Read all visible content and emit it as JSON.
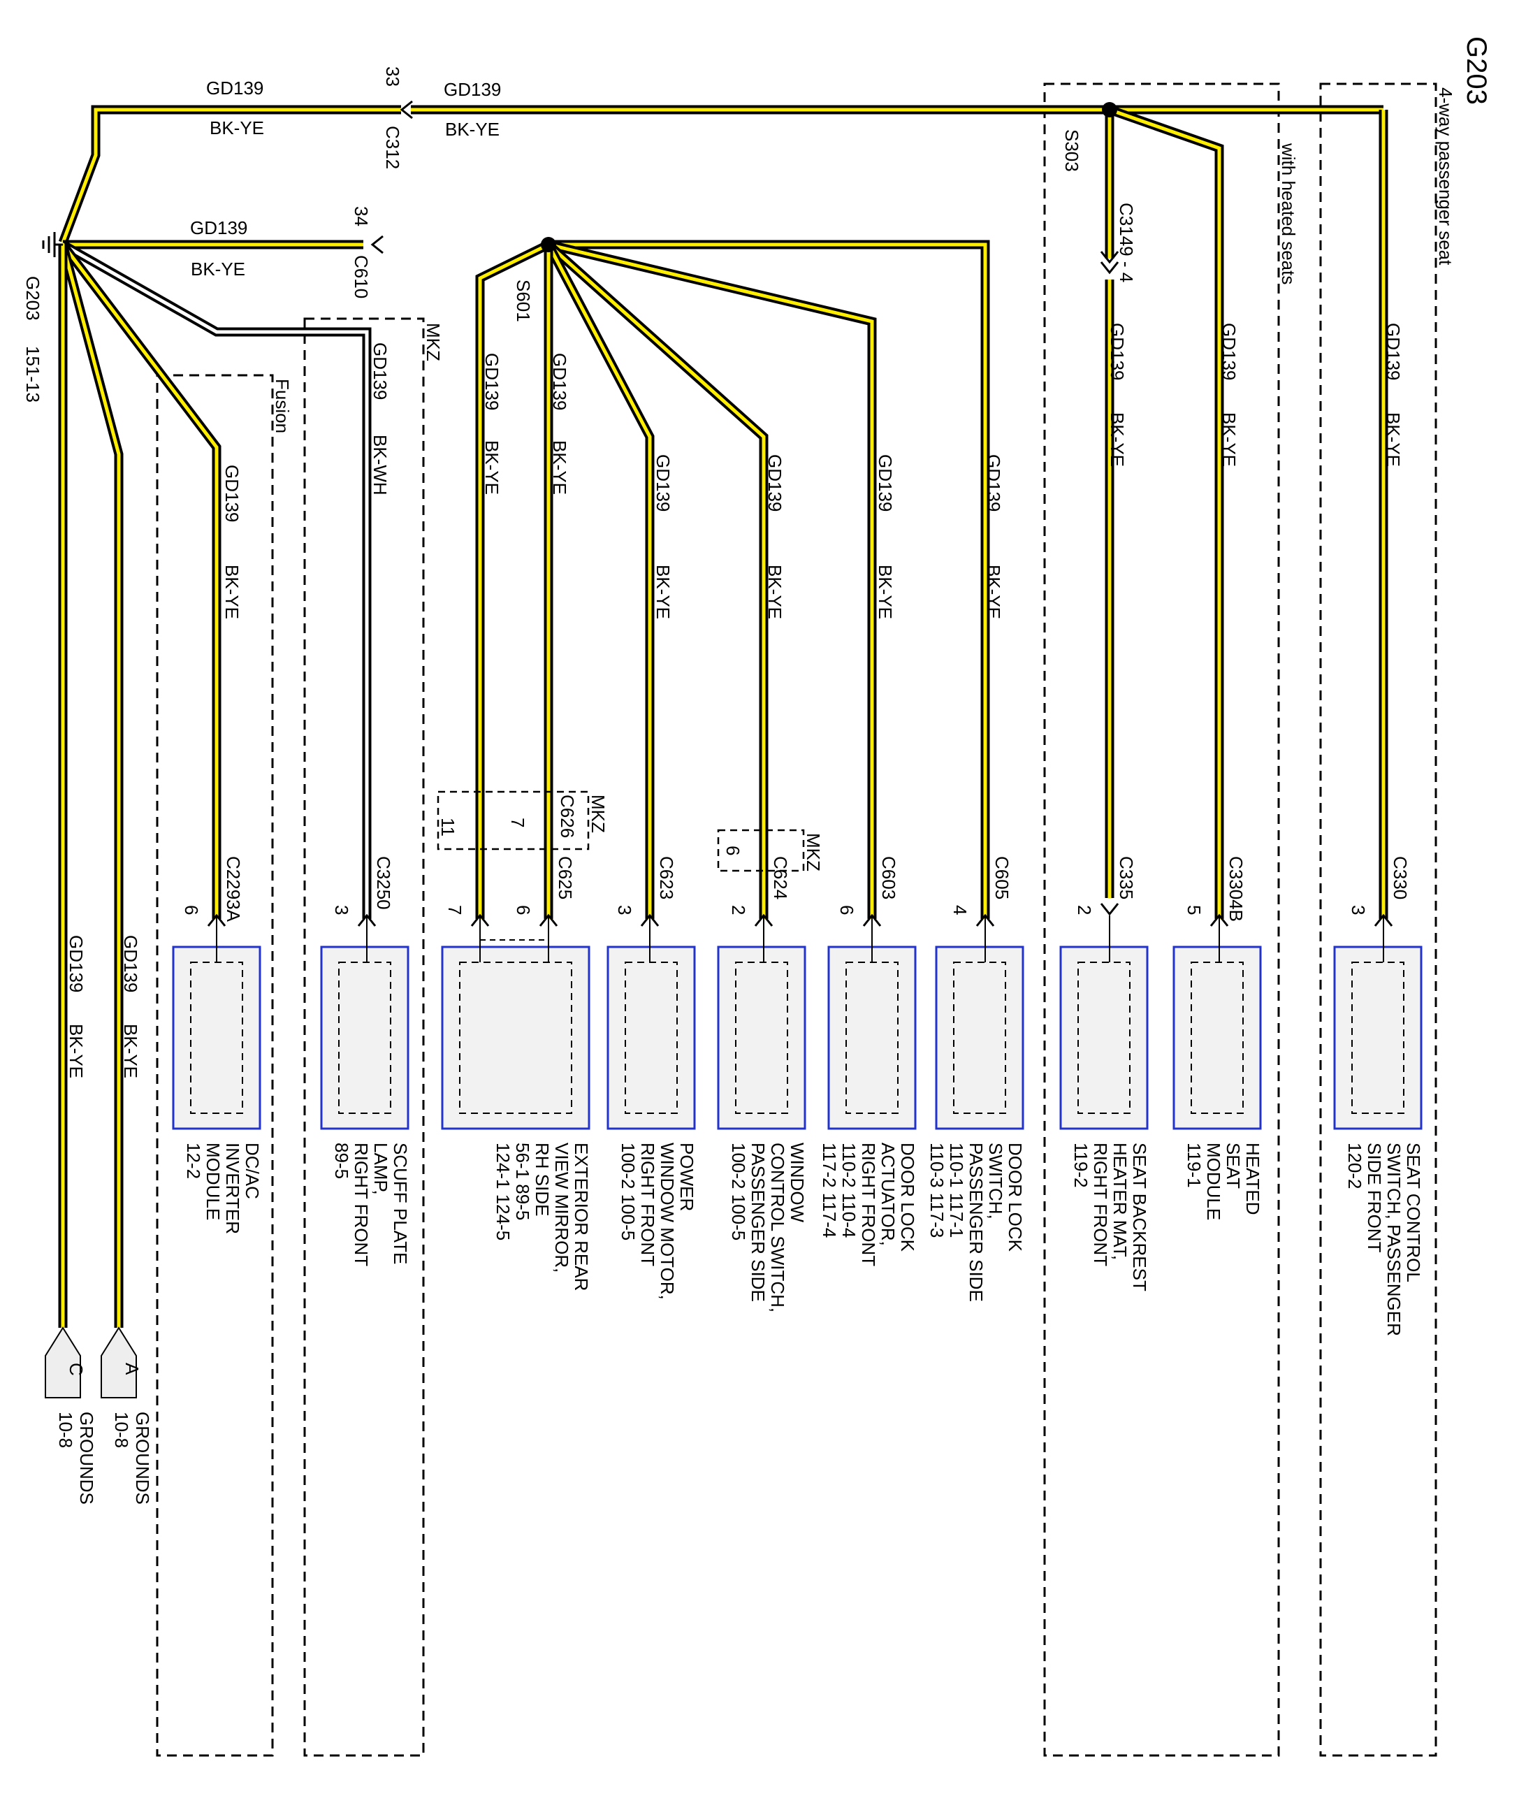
{
  "ground_id": "G203",
  "notes": {
    "four_way_seat": "4-way passenger seat",
    "heated_seats": "with heated seats",
    "fusion": "Fusion",
    "mkz": "MKZ"
  },
  "ground_point": {
    "id": "G203",
    "ref": "151-13"
  },
  "splices": {
    "s303": "S303",
    "s601": "S601",
    "c3149": "C3149 - 4"
  },
  "inline_connectors": {
    "c312": {
      "id": "C312",
      "pin": "33"
    },
    "c610": {
      "id": "C610",
      "pin": "34"
    }
  },
  "wire": {
    "circuit": "GD139",
    "color_bkye": "BK-YE",
    "color_bkwh": "BK-WH"
  },
  "components": [
    {
      "connector": "C2293A",
      "pin": "6",
      "line1": "DC/AC",
      "line2": "INVERTER",
      "line3": "MODULE",
      "ref": "12-2"
    },
    {
      "connector": "C3250",
      "pin": "3",
      "line1": "SCUFF PLATE",
      "line2": "LAMP,",
      "line3": "RIGHT FRONT",
      "ref": "89-5"
    },
    {
      "connector": "C625",
      "pin_a": "7",
      "pin_b": "6",
      "line1": "EXTERIOR REAR",
      "line2": "VIEW MIRROR,",
      "line3": "RH SIDE",
      "ref": "56-1      89-5",
      "ref2": "124-1      124-5"
    },
    {
      "connector": "C623",
      "pin": "3",
      "line1": "POWER",
      "line2": "WINDOW MOTOR,",
      "line3": "RIGHT FRONT",
      "ref": "100-2      100-5"
    },
    {
      "connector": "C624",
      "pin": "2",
      "line1": "WINDOW",
      "line2": "CONTROL SWITCH,",
      "line3": "PASSENGER SIDE",
      "ref": "100-2      100-5"
    },
    {
      "connector": "C603",
      "pin": "6",
      "line1": "DOOR LOCK",
      "line2": "ACTUATOR,",
      "line3": "RIGHT FRONT",
      "ref": "110-2      110-4",
      "ref2": "117-2      117-4"
    },
    {
      "connector": "C605",
      "pin": "4",
      "line1": "DOOR LOCK",
      "line2": "SWITCH,",
      "line3": "PASSENGER SIDE",
      "ref": "110-1      117-1",
      "ref2": "110-3      117-3"
    },
    {
      "connector": "C335",
      "pin": "2",
      "line1": "SEAT BACKREST",
      "line2": "HEATER MAT,",
      "line3": "RIGHT FRONT",
      "ref": "119-2"
    },
    {
      "connector": "C3304B",
      "pin": "5",
      "line1": "HEATED",
      "line2": "SEAT",
      "line3": "MODULE",
      "ref": "119-1"
    },
    {
      "connector": "C330",
      "pin": "3",
      "line1": "SEAT CONTROL",
      "line2": "SWITCH, PASSENGER",
      "line3": "SIDE FRONT",
      "ref": "120-2"
    }
  ],
  "c626": {
    "id": "C626",
    "pin_a": "7",
    "pin_b": "11"
  },
  "c624_alt": {
    "pin": "6"
  },
  "grounds": [
    {
      "letter": "A",
      "label": "GROUNDS",
      "ref": "10-8"
    },
    {
      "letter": "C",
      "label": "GROUNDS",
      "ref": "10-8"
    }
  ]
}
